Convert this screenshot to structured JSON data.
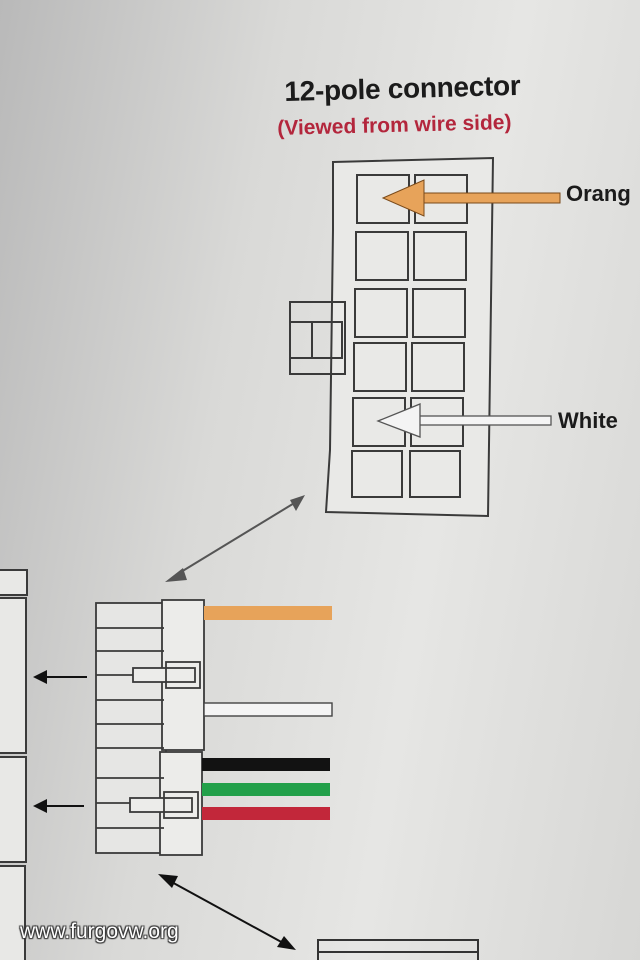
{
  "diagram": {
    "title": "12-pole connector",
    "subtitle": "(Viewed from wire side)",
    "labels": {
      "orange": "Orang",
      "white": "White"
    }
  },
  "colors": {
    "orange_wire": "#e7a35a",
    "white_wire": "#f4f4f4",
    "black_wire": "#121212",
    "green_wire": "#22a04a",
    "red_wire": "#c2273a",
    "subtitle_red": "#b3263c",
    "line": "#3a3a3a"
  },
  "icons": {
    "connector_12pole": "connector-12pole-icon",
    "side_connector": "side-connector-icon",
    "double_arrow": "double-arrow-icon"
  },
  "watermark": "www.furgovw.org"
}
